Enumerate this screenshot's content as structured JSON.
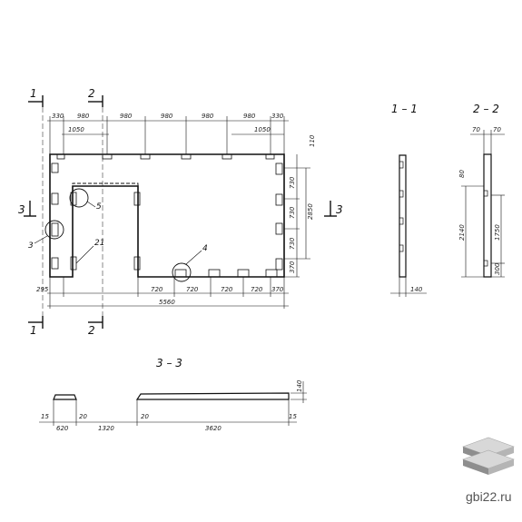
{
  "section_marks": {
    "s1_top": "1",
    "s2_top": "2",
    "s1_bottom": "1",
    "s2_bottom": "2",
    "s3_left": "3",
    "s3_right": "3"
  },
  "top_dims": [
    "330",
    "980",
    "980",
    "980",
    "980",
    "980",
    "330"
  ],
  "inner_dims": [
    "1050",
    "1050",
    "110"
  ],
  "right_dims": [
    "730",
    "730",
    "730",
    "2850",
    "370"
  ],
  "bottom_dims": [
    "295",
    "720",
    "720",
    "720",
    "720",
    "370"
  ],
  "overall_width": "5560",
  "callouts": [
    "5",
    "21",
    "3",
    "4"
  ],
  "section_titles": {
    "s11": "1 – 1",
    "s22": "2 – 2",
    "s33": "3 – 3"
  },
  "section_11_dims": [
    "140"
  ],
  "section_22_dims": [
    "70",
    "70",
    "80",
    "2140",
    "1750",
    "300"
  ],
  "section_33_dims": [
    "15",
    "620",
    "20",
    "1320",
    "20",
    "3620",
    "15",
    "140"
  ],
  "watermark": "gbi22.ru",
  "colors": {
    "line": "#111111",
    "background": "#ffffff",
    "logo_gray": "#9a9a9a"
  }
}
